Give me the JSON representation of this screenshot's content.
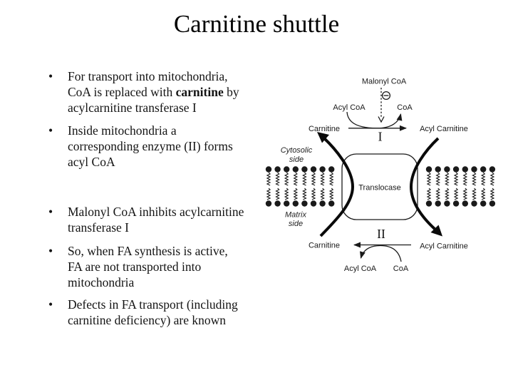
{
  "title": "Carnitine shuttle",
  "bullet_char": "•",
  "bullets": {
    "item1": {
      "l1": "For transport into mitochondria,",
      "l2_pre": "CoA is replaced with ",
      "l2_bold": "carnitine",
      "l2_post": " by",
      "l3": "acylcarnitine transferase I"
    },
    "item2": {
      "l1": "Inside mitochondria a",
      "l2": "corresponding enzyme (II) forms",
      "l3": "acyl CoA"
    },
    "item3": {
      "l1": "Malonyl CoA inhibits acylcarnitine",
      "l2": "transferase I"
    },
    "item4": {
      "l1": "So, when FA synthesis is active,",
      "l2": "FA are not transported into",
      "l3": "mitochondria"
    },
    "item5": {
      "l1": "Defects in FA transport (including",
      "l2": "carnitine deficiency) are known"
    }
  },
  "diagram": {
    "labels": {
      "malonyl_coa": "Malonyl CoA",
      "acyl_coa_top": "Acyl CoA",
      "coa_top": "CoA",
      "carnitine_top": "Carnitine",
      "acyl_carnitine_top": "Acyl Carnitine",
      "enzyme_1": "I",
      "cytosolic_side_l1": "Cytosolic",
      "cytosolic_side_l2": "side",
      "translocase": "Translocase",
      "matrix_side_l1": "Matrix",
      "matrix_side_l2": "side",
      "enzyme_2": "II",
      "carnitine_bottom": "Carnitine",
      "acyl_carnitine_bottom": "Acyl Carnitine",
      "acyl_coa_bottom": "Acyl CoA",
      "coa_bottom": "CoA"
    },
    "icons": {
      "inhibition": "minus-circle"
    },
    "colors": {
      "ink": "#1a1a1a",
      "heavy": "#0a0a0a",
      "background": "#ffffff"
    }
  }
}
